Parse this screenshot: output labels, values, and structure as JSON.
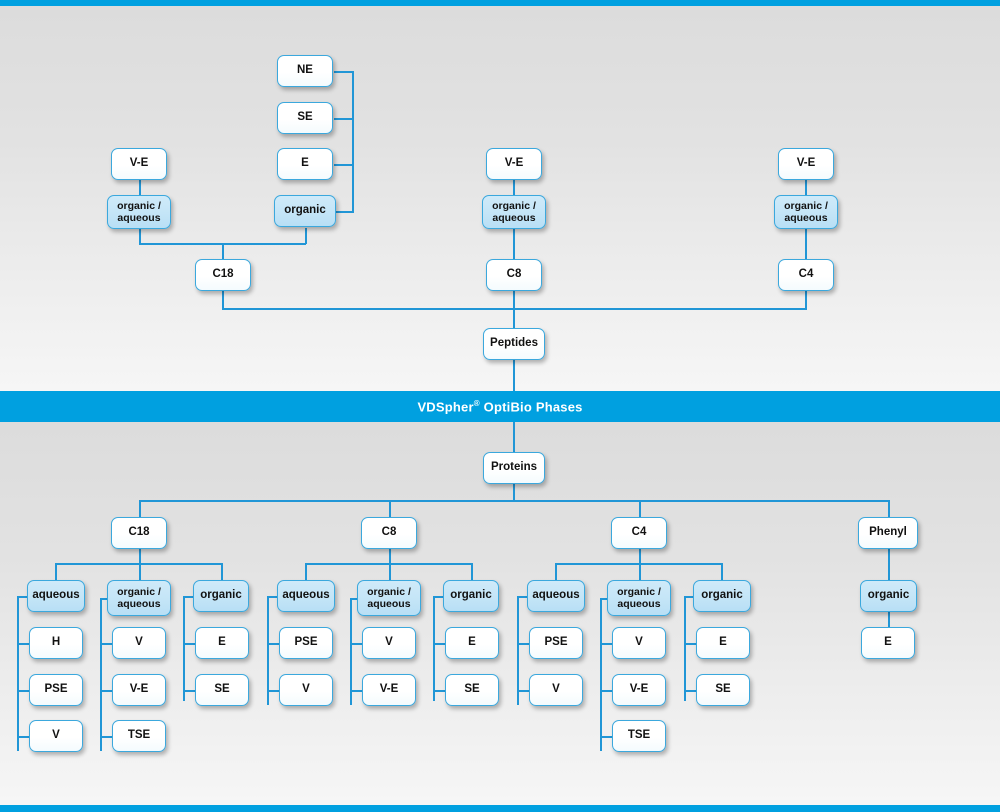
{
  "banner": {
    "brand": "VDSpher",
    "registered": "®",
    "rest": " OptiBio Phases",
    "color": "#00a0e0"
  },
  "colors": {
    "accent": "#00a0e0",
    "line": "#2196d6",
    "node_border": "#3ba8dd",
    "node_fill": "#ffffff",
    "node_fill_highlight": "#c4e5f7",
    "background_top": "#dcdcdc",
    "background_bottom": "#f6f6f6"
  },
  "peptides": {
    "root_label": "Peptides",
    "columns": [
      {
        "phase_label": "C18",
        "groups": [
          {
            "mode_label": "organic / aqueous",
            "mode_line1": "organic /",
            "mode_line2": "aqueous",
            "highlight": true,
            "children": [
              {
                "label": "V-E"
              }
            ]
          },
          {
            "mode_label": "organic",
            "highlight": true,
            "children": [
              {
                "label": "NE"
              },
              {
                "label": "SE"
              },
              {
                "label": "E"
              }
            ]
          }
        ]
      },
      {
        "phase_label": "C8",
        "groups": [
          {
            "mode_label": "organic / aqueous",
            "mode_line1": "organic /",
            "mode_line2": "aqueous",
            "highlight": true,
            "children": [
              {
                "label": "V-E"
              }
            ]
          }
        ]
      },
      {
        "phase_label": "C4",
        "groups": [
          {
            "mode_label": "organic / aqueous",
            "mode_line1": "organic /",
            "mode_line2": "aqueous",
            "highlight": true,
            "children": [
              {
                "label": "V-E"
              }
            ]
          }
        ]
      }
    ]
  },
  "proteins": {
    "root_label": "Proteins",
    "columns": [
      {
        "phase_label": "C18",
        "groups": [
          {
            "mode_label": "aqueous",
            "highlight": true,
            "children": [
              {
                "label": "H"
              },
              {
                "label": "PSE"
              },
              {
                "label": "V"
              }
            ]
          },
          {
            "mode_label": "organic / aqueous",
            "mode_line1": "organic /",
            "mode_line2": "aqueous",
            "highlight": true,
            "children": [
              {
                "label": "V"
              },
              {
                "label": "V-E"
              },
              {
                "label": "TSE"
              }
            ]
          },
          {
            "mode_label": "organic",
            "highlight": true,
            "children": [
              {
                "label": "E"
              },
              {
                "label": "SE"
              }
            ]
          }
        ]
      },
      {
        "phase_label": "C8",
        "groups": [
          {
            "mode_label": "aqueous",
            "highlight": true,
            "children": [
              {
                "label": "PSE"
              },
              {
                "label": "V"
              }
            ]
          },
          {
            "mode_label": "organic / aqueous",
            "mode_line1": "organic /",
            "mode_line2": "aqueous",
            "highlight": true,
            "children": [
              {
                "label": "V"
              },
              {
                "label": "V-E"
              }
            ]
          },
          {
            "mode_label": "organic",
            "highlight": true,
            "children": [
              {
                "label": "E"
              },
              {
                "label": "SE"
              }
            ]
          }
        ]
      },
      {
        "phase_label": "C4",
        "groups": [
          {
            "mode_label": "aqueous",
            "highlight": true,
            "children": [
              {
                "label": "PSE"
              },
              {
                "label": "V"
              }
            ]
          },
          {
            "mode_label": "organic / aqueous",
            "mode_line1": "organic /",
            "mode_line2": "aqueous",
            "highlight": true,
            "children": [
              {
                "label": "V"
              },
              {
                "label": "V-E"
              },
              {
                "label": "TSE"
              }
            ]
          },
          {
            "mode_label": "organic",
            "highlight": true,
            "children": [
              {
                "label": "E"
              },
              {
                "label": "SE"
              }
            ]
          }
        ]
      },
      {
        "phase_label": "Phenyl",
        "groups": [
          {
            "mode_label": "organic",
            "highlight": true,
            "children": [
              {
                "label": "E"
              }
            ]
          }
        ]
      }
    ]
  }
}
